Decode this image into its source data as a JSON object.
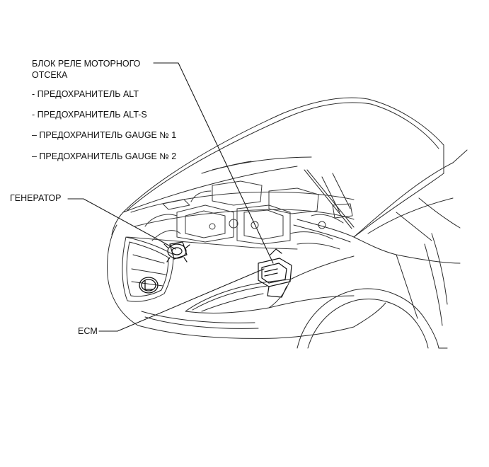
{
  "labels": {
    "relay_block_line1": "БЛОК РЕЛЕ МОТОРНОГО",
    "relay_block_line2": "ОТСЕКА",
    "fuse_alt": "- ПРЕДОХРАНИТЕЛЬ ALT",
    "fuse_alt_s": "- ПРЕДОХРАНИТЕЛЬ ALT-S",
    "fuse_gauge1": "– ПРЕДОХРАНИТЕЛЬ GAUGE № 1",
    "fuse_gauge2": "– ПРЕДОХРАНИТЕЛЬ GAUGE № 2",
    "generator": "ГЕНЕРАТОР",
    "ecm": "ECM"
  },
  "colors": {
    "line": "#1a1a1a",
    "drawing": "#2a2a2a",
    "background": "#ffffff"
  }
}
